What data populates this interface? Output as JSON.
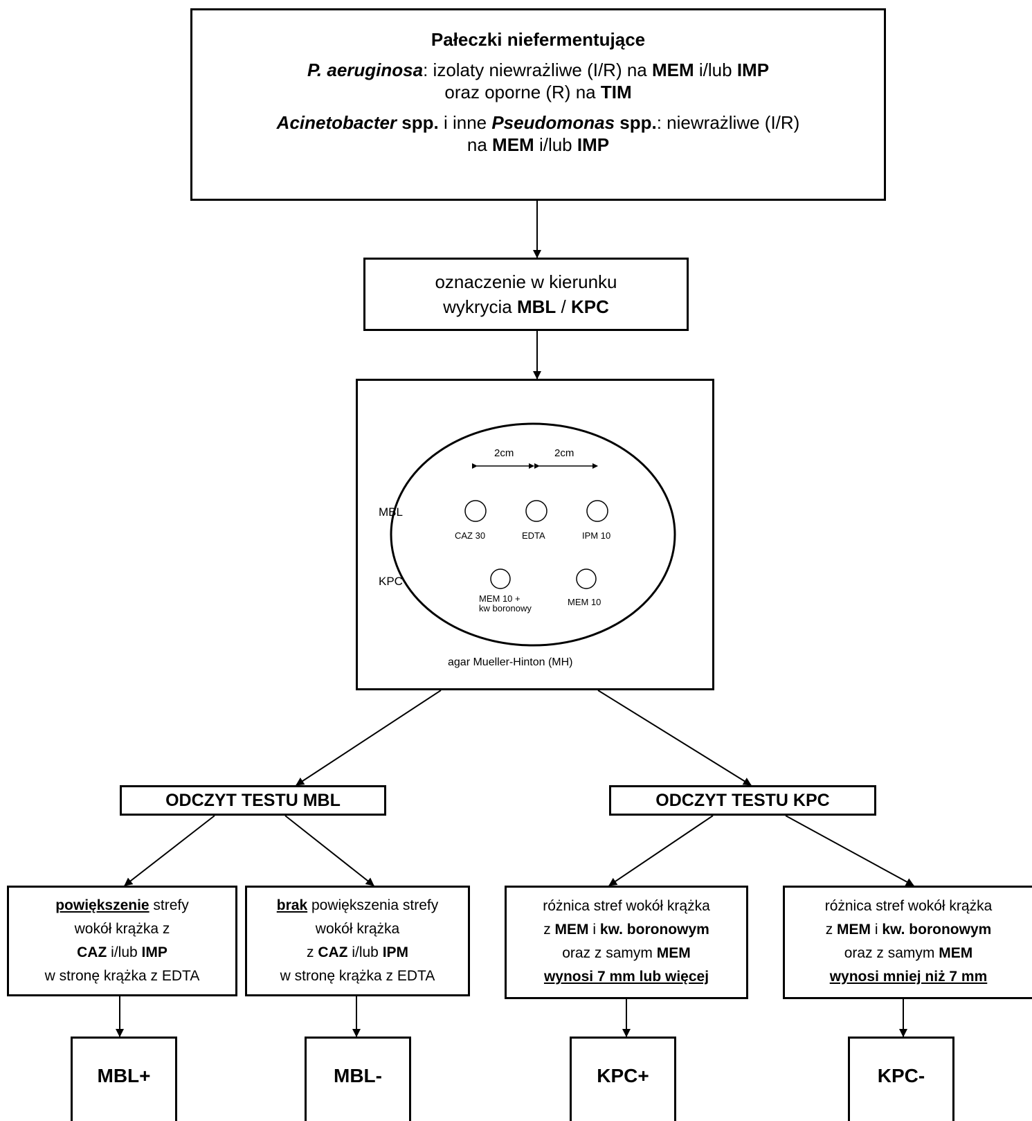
{
  "top": {
    "title": "Pałeczki niefermentujące",
    "pa_italic": "P. aeruginosa",
    "pa_text1": ": izolaty niewrażliwe (I/R) na ",
    "mem": "MEM",
    "ilub": " i/lub ",
    "imp": "IMP",
    "pa_text2": "oraz oporne (R) na ",
    "tim": "TIM",
    "acin_italic": "Acinetobacter",
    "spp": " spp.",
    "i_inne": " i inne ",
    "pseudo_italic": "Pseudomonas",
    "spp2": " spp.",
    "acin_text": ": niewrażliwe (I/R)",
    "na": "na "
  },
  "test": {
    "line1": "oznaczenie w kierunku",
    "line2": "wykrycia ",
    "mbl": "MBL",
    "sep": " / ",
    "kpc": "KPC"
  },
  "plate": {
    "dist1": "2cm",
    "dist2": "2cm",
    "row_mbl": "MBL",
    "row_kpc": "KPC",
    "disk_caz": "CAZ 30",
    "disk_edta": "EDTA",
    "disk_ipm": "IPM 10",
    "disk_memb1": "MEM 10  +",
    "disk_memb2": "kw boronowy",
    "disk_mem": "MEM 10",
    "caption": "agar Mueller-Hinton (MH)"
  },
  "read_mbl": "ODCZYT TESTU MBL",
  "read_kpc": "ODCZYT TESTU KPC",
  "mbl_pos": {
    "u": "powiększenie",
    "l1": " strefy",
    "l2": "wokół krążka z",
    "caz": "CAZ",
    "ilub": " i/lub ",
    "imp": "IMP",
    "l4": "w stronę krążka z EDTA"
  },
  "mbl_neg": {
    "u": "brak",
    "l1": " powiększenia strefy",
    "l2": "wokół krążka",
    "z": "z ",
    "caz": "CAZ",
    "ilub": " i/lub ",
    "ipm": "IPM",
    "l4": "w stronę krążka z EDTA"
  },
  "kpc_pos": {
    "l1": "różnica stref wokół krążka",
    "z": "z ",
    "mem": "MEM",
    "i": " i ",
    "kw": "kw. boronowym",
    "l3": "oraz z samym ",
    "mem2": "MEM",
    "u": "wynosi  7 mm lub więcej"
  },
  "kpc_neg": {
    "l1": "różnica stref wokół krążka",
    "z": "z ",
    "mem": "MEM",
    "i": " i ",
    "kw": "kw. boronowym",
    "l3": "oraz z samym ",
    "mem2": "MEM",
    "u": "wynosi  mniej niż 7 mm"
  },
  "results": {
    "mbl_plus": "MBL+",
    "mbl_minus": "MBL-",
    "kpc_plus": "KPC+",
    "kpc_minus": "KPC-"
  }
}
